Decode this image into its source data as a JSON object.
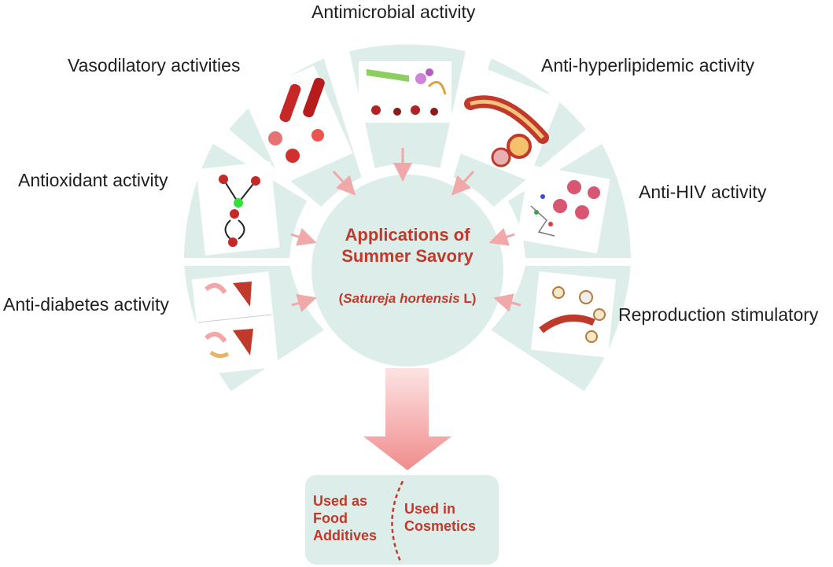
{
  "center": {
    "title_line1": "Applications of",
    "title_line2": "Summer Savory",
    "sci_open": "(",
    "sci_name": "Satureja hortensis",
    "sci_suffix": " L)"
  },
  "activities": {
    "antimicrobial": "Antimicrobial activity",
    "vasodilatory": "Vasodilatory activities",
    "antihyperlipidemic": "Anti-hyperlipidemic activity",
    "antioxidant": "Antioxidant activity",
    "antihiv": "Anti-HIV activity",
    "antidiabetes": "Anti-diabetes activity",
    "reproduction": "Reproduction stimulatory"
  },
  "uses": {
    "left_line1": "Used as",
    "left_line2": "Food",
    "left_line3": "Additives",
    "right_line1": "Used in",
    "right_line2": "Cosmetics"
  },
  "colors": {
    "segment_fill": "#ddeeea",
    "accent_red": "#c0392b",
    "arrow_pink": "#f0a8a8"
  }
}
